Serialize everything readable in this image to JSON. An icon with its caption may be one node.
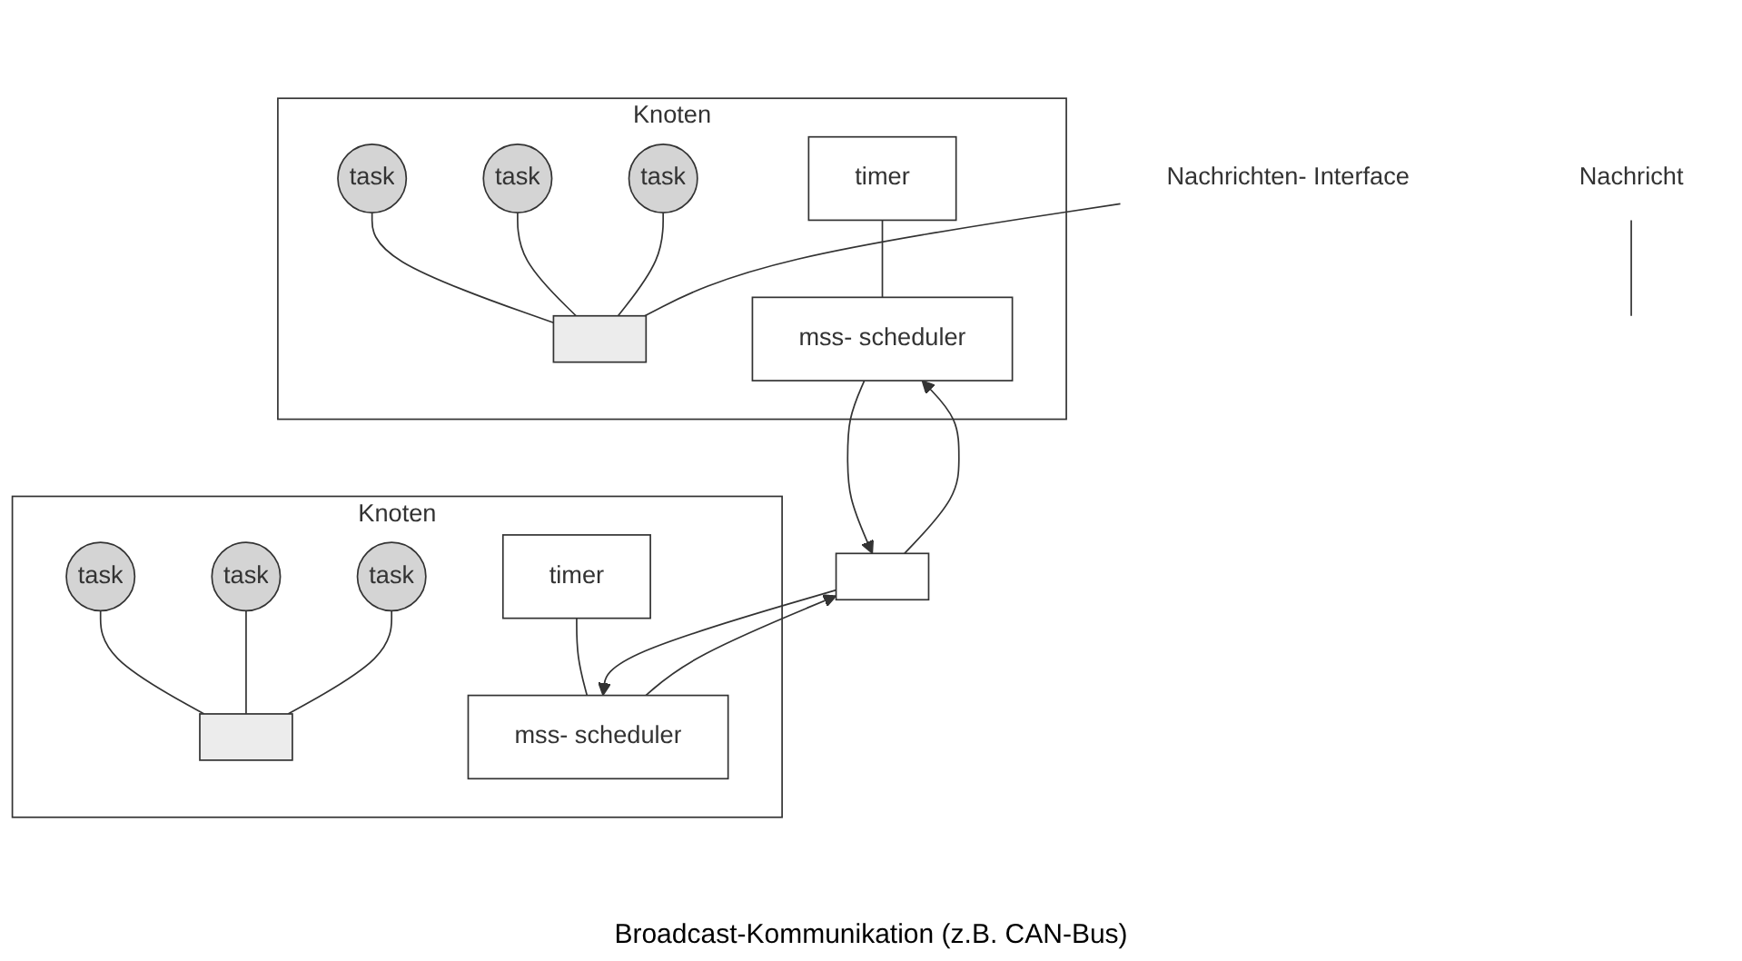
{
  "diagram": {
    "nodes": [
      {
        "text": [
          "Knoten"
        ]
      },
      {
        "text": [
          "task"
        ],
        "in": 0
      },
      {
        "text": [
          "task"
        ],
        "in": 0
      },
      {
        "text": [
          "task"
        ],
        "in": 0
      },
      {
        "text": [],
        "shape": "box",
        "in": 0
      },
      {
        "text": [
          "mss- scheduler"
        ],
        "in": 0
      },
      {
        "text": [
          "timer"
        ],
        "in": 0
      },
      {
        "text": [
          "Knoten"
        ]
      },
      {
        "text": [
          "task"
        ],
        "in": 7
      },
      {
        "text": [
          "task"
        ],
        "in": 7
      },
      {
        "text": [
          "task"
        ],
        "in": 7
      },
      {
        "text": [],
        "shape": "box",
        "in": 7
      },
      {
        "text": [
          "mss- scheduler"
        ],
        "in": 7
      },
      {
        "text": [
          "timer"
        ],
        "in": 7
      },
      {
        "text": [
          "Nachricht"
        ]
      },
      {
        "text": [
          "Nachrichten- Interface"
        ]
      },
      {
        "text": [],
        "shape": "bar"
      }
    ],
    "labels": [
      "Broadcast-Kommunikation (z.B. CAN-Bus)"
    ],
    "edges": [
      {
        "from": 1,
        "to": 4,
        "arrow": "none"
      },
      {
        "from": 3,
        "to": 4,
        "arrow": "none"
      },
      {
        "from": 2,
        "to": 4,
        "arrow": "none"
      },
      {
        "from": 14,
        "to": null,
        "arrow": "none"
      },
      {
        "from": 15,
        "to": 4,
        "arrow": "none"
      },
      {
        "from": 6,
        "to": 5,
        "arrow": "none"
      },
      {
        "from": 8,
        "to": 11,
        "arrow": "none"
      },
      {
        "from": 10,
        "to": 11,
        "arrow": "none"
      },
      {
        "from": 9,
        "to": 11,
        "arrow": "none"
      },
      {
        "from": 13,
        "to": 12,
        "arrow": "none"
      },
      {
        "from": 16,
        "to": 5,
        "arrow": "to"
      },
      {
        "from": 5,
        "to": 16,
        "arrow": "to"
      },
      {
        "from": 16,
        "to": 12,
        "arrow": "to"
      },
      {
        "from": 12,
        "to": 16,
        "arrow": "to"
      }
    ]
  }
}
